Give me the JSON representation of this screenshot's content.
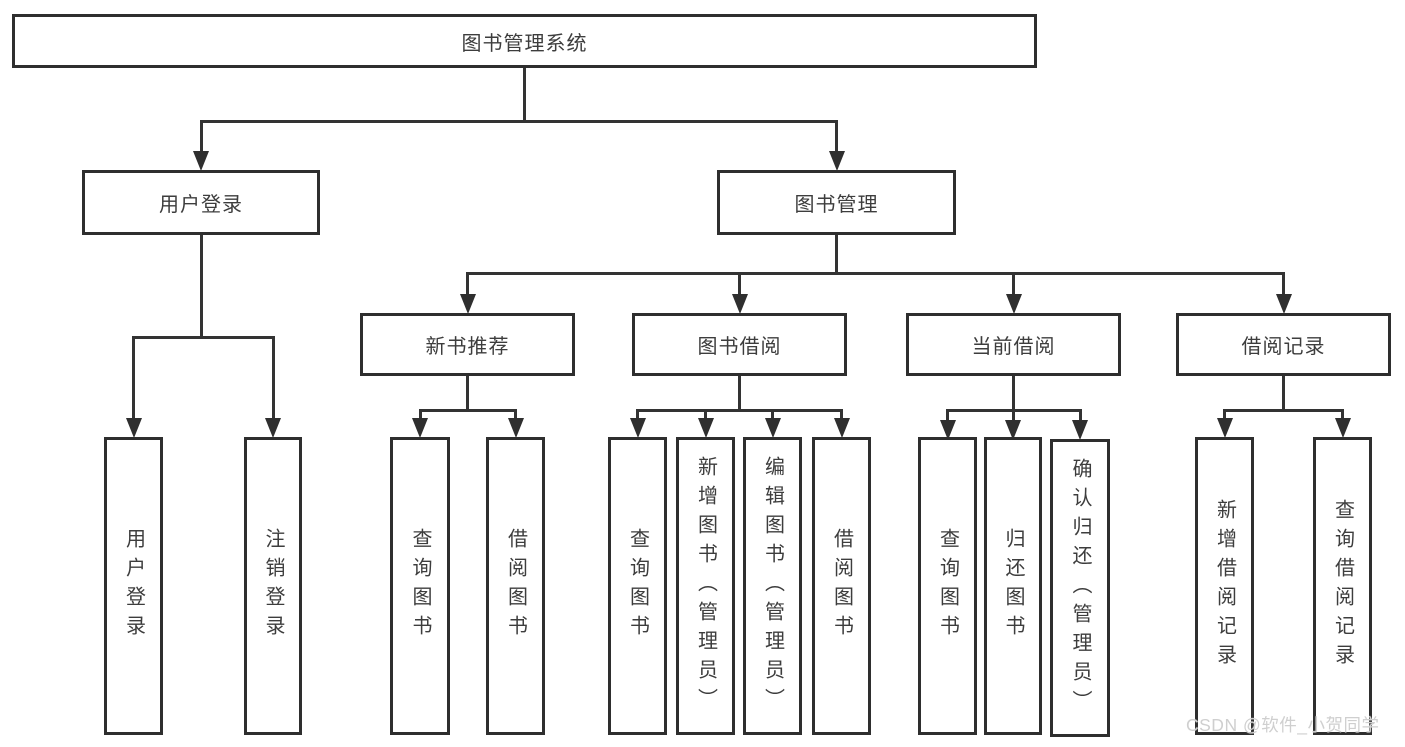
{
  "diagram": {
    "title_hint": "functional structure chart",
    "root": {
      "label": "图书管理系统"
    },
    "branches": [
      {
        "label": "用户登录",
        "children": [
          {
            "label": "用户登录"
          },
          {
            "label": "注销登录"
          }
        ]
      },
      {
        "label": "图书管理",
        "children": [
          {
            "label": "新书推荐",
            "children": [
              {
                "label": "查询图书"
              },
              {
                "label": "借阅图书"
              }
            ]
          },
          {
            "label": "图书借阅",
            "children": [
              {
                "label": "查询图书"
              },
              {
                "label": "新增图书（管理员）"
              },
              {
                "label": "编辑图书（管理员）"
              },
              {
                "label": "借阅图书"
              }
            ]
          },
          {
            "label": "当前借阅",
            "children": [
              {
                "label": "查询图书"
              },
              {
                "label": "归还图书"
              },
              {
                "label": "确认归还（管理员）"
              }
            ]
          },
          {
            "label": "借阅记录",
            "children": [
              {
                "label": "新增借阅记录"
              },
              {
                "label": "查询借阅记录"
              }
            ]
          }
        ]
      }
    ]
  },
  "watermark": {
    "text": "CSDN @软件_小贺同学"
  },
  "colors": {
    "line": "#333333",
    "box_border": "#2e2e2e",
    "box_fill": "#ffffff",
    "text": "#3d3d3d",
    "watermark": "#cfcfcf",
    "background": "#ffffff"
  }
}
